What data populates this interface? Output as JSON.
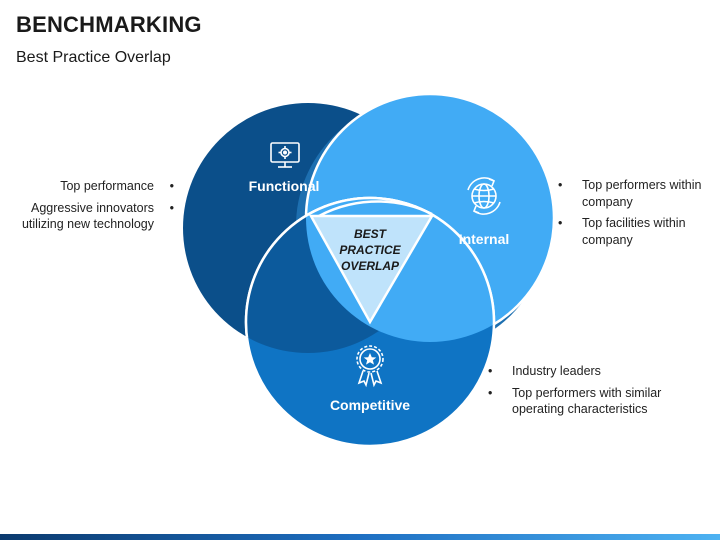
{
  "header": {
    "title": "BENCHMARKING",
    "subtitle": "Best Practice Overlap"
  },
  "center": {
    "lines": [
      "BEST",
      "PRACTICE",
      "OVERLAP"
    ]
  },
  "circles": {
    "functional": {
      "label": "Functional",
      "icon": "computer-settings-icon",
      "color": "#0b4f8a",
      "points": [
        "Top performance",
        "Aggressive innovators utilizing new technology"
      ]
    },
    "internal": {
      "label": "Internal",
      "icon": "globe-arrows-icon",
      "color": "#41abf5",
      "points": [
        "Top performers within company",
        "Top facilities within company"
      ]
    },
    "competitive": {
      "label": "Competitive",
      "icon": "award-ribbon-icon",
      "color": "#0f74c4",
      "points": [
        "Industry leaders",
        "Top performers with similar operating characteristics"
      ]
    }
  },
  "colors": {
    "center_triangle": "#bfe3fb"
  }
}
